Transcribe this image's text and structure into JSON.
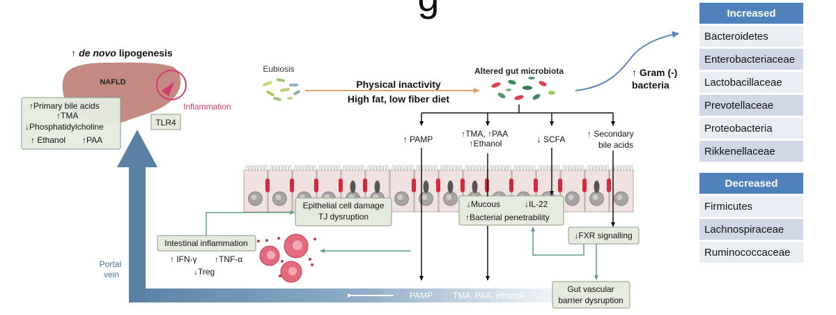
{
  "header": {
    "partial_title": "g"
  },
  "liver": {
    "lipogenesis": {
      "arrow": "↑",
      "emph": "de novo",
      "rest": " lipogenesis"
    },
    "organ_label": "NAFLD",
    "inflammation_label": "Inflammation",
    "tlr4_label": "TLR4",
    "metabolites": {
      "primary_bile_acids": "↑Primary bile acids",
      "tma": "↑TMA",
      "phosphatidylcholine": "↓Phosphatidylcholine",
      "ethanol": "↑ Ethanol",
      "paa": "↑PAA"
    }
  },
  "microbiota": {
    "eubiosis_label": "Eubiosis",
    "altered_label": "Altered gut microbiota",
    "cause_line1": "Physical inactivity",
    "cause_line2": "High fat, low fiber diet",
    "gram_neg_line1": "↑ Gram (-)",
    "gram_neg_line2": "bacteria"
  },
  "products": {
    "pamp": "↑ PAMP",
    "tma_paa_line1": "↑TMA, ↑PAA",
    "tma_paa_line2": "↑Ethanol",
    "scfa": "↓ SCFA",
    "secondary_line1": "↑ Secondary",
    "secondary_line2": "bile acids"
  },
  "gut": {
    "epithelial_line1": "Epithelial cell damage",
    "epithelial_line2": "TJ dysruption",
    "mucous": "↓Mucous",
    "il22": "↓IL-22",
    "penetrability": "↑Bacterial penetrability",
    "fxr": "↓FXR signalling",
    "intestinal_title": "Intestinal inflammation",
    "ifn": "↑ IFN-γ",
    "tnf": "↑TNF-α",
    "treg": "↓Treg",
    "vascular_line1": "Gut vascular",
    "vascular_line2": "barrier dysruption",
    "portal_line1": "Portal",
    "portal_line2": "vein",
    "flow_pamp": "PAMP",
    "flow_others": "TMA, PAA, ethanol"
  },
  "increased": {
    "header": "Increased",
    "items": [
      "Bacteroidetes",
      "Enterobacteriaceae",
      "Lactobacillaceae",
      "Prevotellaceae",
      "Proteobacteria",
      "Rikkenellaceae"
    ]
  },
  "decreased": {
    "header": "Decreased",
    "items": [
      "Firmicutes",
      "Lachnospiraceae",
      "Ruminococcaceae"
    ]
  },
  "colors": {
    "portal_blue": "#5b80a5",
    "table_header": "#4f81bd",
    "table_row_light": "#e9edf4",
    "table_row_dark": "#d0d8e8",
    "box_green_fill": "#e5ecdf",
    "box_green_stroke": "#8a9a85",
    "liver": "#c48a82",
    "inflammation": "#d23c6c",
    "green_arrow": "#5f9e85",
    "cause_arrow": "#e0a36a"
  }
}
